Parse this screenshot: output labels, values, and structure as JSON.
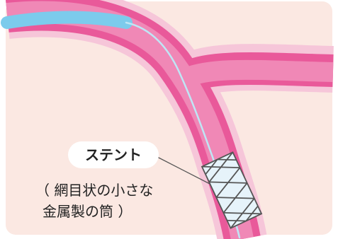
{
  "labels": {
    "stent": "ステント",
    "description_line1": "（ 網目状の小さな",
    "description_line2": "金属製の筒 ）"
  },
  "colors": {
    "background_tissue": "#fbe8e2",
    "vessel_halo": "#f6c6d9",
    "vessel_wall": "#e9599a",
    "vessel_lumen": "#f088b6",
    "guidewire": "#bfe6f5",
    "catheter": "#7ccbec",
    "stent_mesh": "#555555",
    "stent_fill": "#e6f3fa",
    "bubble": "#ffffff"
  },
  "icons": [
    "vessel",
    "guidewire",
    "catheter",
    "stent"
  ]
}
